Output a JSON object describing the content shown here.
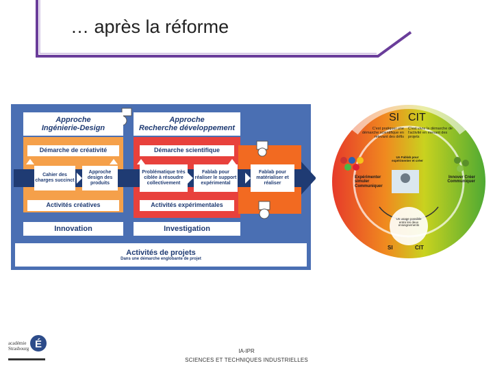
{
  "slide": {
    "title": "… après la réforme"
  },
  "diagram": {
    "approach_1_line1": "Approche",
    "approach_1_line2": "Ingénierie-Design",
    "approach_2_line1": "Approche",
    "approach_2_line2": "Recherche développement",
    "creativity_header": "Démarche de créativité",
    "scientific_header": "Démarche scientifique",
    "box_cahier": "Cahier des charges succinct",
    "box_design": "Approche design des produits",
    "box_problematique": "Problématique très ciblée à résoudre collectivement",
    "box_fablab_support": "Fablab pour réaliser le support expérimental",
    "box_fablab_materialize": "Fablab pour matérialiser et réaliser",
    "creative_activities": "Activités créatives",
    "experimental_activities": "Activités expérimentales",
    "innovation": "Innovation",
    "investigation": "Investigation",
    "projects_title": "Activités de projets",
    "projects_subtitle": "Dans une démarche englobante de projet",
    "colors": {
      "blue": "#4a6fb3",
      "orange": "#f26a21",
      "red": "#e8413c",
      "navy": "#1f3b73"
    }
  },
  "circle": {
    "si_label": "SI",
    "cit_label": "CIT",
    "si_text": "C'est pratiquer une démarche scientifique en relevant des défis",
    "cit_text": "C'est vivre la démarche de l'activité en menant des projets",
    "fablab_text": "Un Fablab pour expérimenter et créer",
    "left_actions": "Expérimenter simuler Communiquer",
    "right_actions": "Innover Créer Communiquer",
    "bottom_text": "Un usage possible entre les deux enseignements",
    "bottom_si": "SI",
    "bottom_cit": "CIT"
  },
  "footer": {
    "line1": "IA-IPR",
    "line2": "SCIENCES ET TECHNIQUES INDUSTRIELLES",
    "logo_text": "académie Strasbourg"
  }
}
